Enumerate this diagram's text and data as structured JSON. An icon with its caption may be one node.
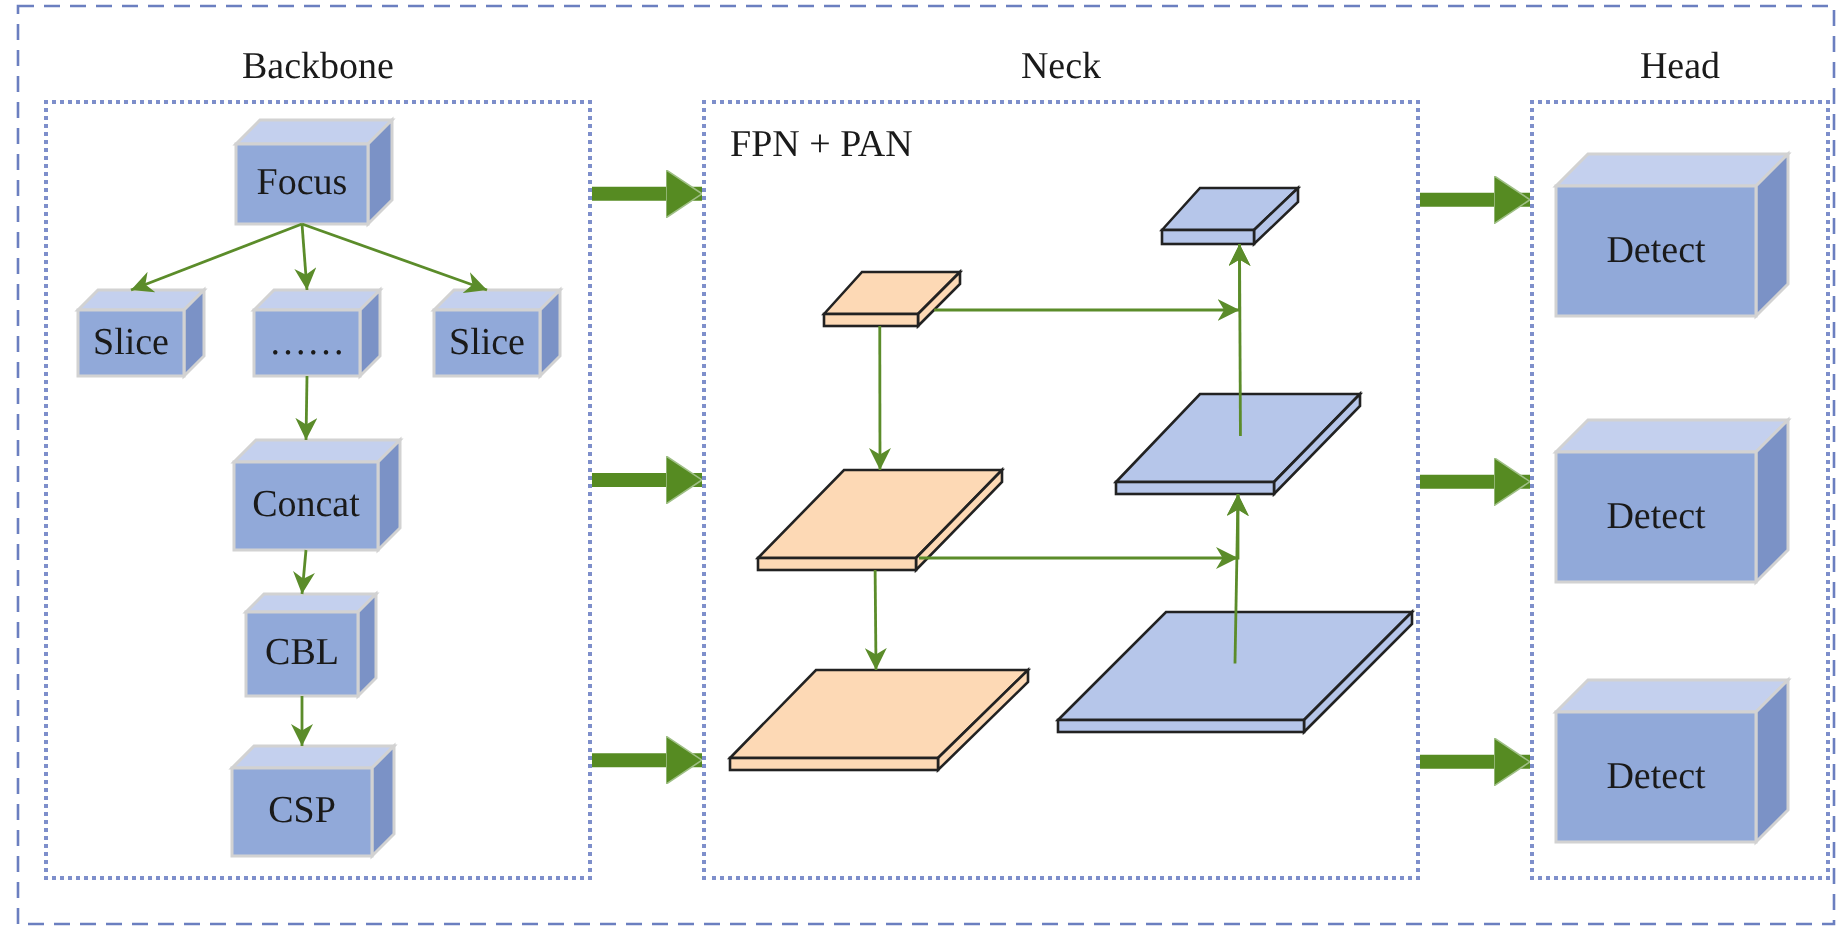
{
  "diagram": {
    "nodes": [
      {
        "text": [
          "Backbone"
        ]
      },
      {
        "text": [
          "Focus"
        ],
        "in": 0
      },
      {
        "text": [
          "Slice"
        ],
        "in": 0
      },
      {
        "text": [
          "……"
        ],
        "in": 0
      },
      {
        "text": [
          "Slice"
        ],
        "in": 0
      },
      {
        "text": [
          "Concat"
        ],
        "in": 0
      },
      {
        "text": [
          "CBL"
        ],
        "in": 0
      },
      {
        "text": [
          "CSP"
        ],
        "in": 0
      },
      {
        "text": [
          "Neck",
          "FPN + PAN"
        ]
      },
      {
        "text": [],
        "shape": "box",
        "in": 8
      },
      {
        "text": [],
        "shape": "box",
        "in": 8
      },
      {
        "text": [],
        "shape": "box",
        "in": 8
      },
      {
        "text": [],
        "shape": "box",
        "in": 8
      },
      {
        "text": [],
        "shape": "box",
        "in": 8
      },
      {
        "text": [],
        "shape": "box",
        "in": 8
      },
      {
        "text": [
          "Head"
        ]
      },
      {
        "text": [
          "Detect"
        ],
        "in": 15
      },
      {
        "text": [
          "Detect"
        ],
        "in": 15
      },
      {
        "text": [
          "Detect"
        ],
        "in": 15
      }
    ],
    "edges": [
      {
        "from": 1,
        "to": 2,
        "arrow": "to"
      },
      {
        "from": 1,
        "to": 3,
        "arrow": "to"
      },
      {
        "from": 1,
        "to": 4,
        "arrow": "to"
      },
      {
        "from": 3,
        "to": 5,
        "arrow": "to"
      },
      {
        "from": 5,
        "to": 6,
        "arrow": "to"
      },
      {
        "from": 6,
        "to": 7,
        "arrow": "to"
      },
      {
        "from": 9,
        "to": 10,
        "arrow": "to"
      },
      {
        "from": 10,
        "to": 11,
        "arrow": "to"
      },
      {
        "from": 9,
        "to": 12,
        "arrow": "to"
      },
      {
        "from": 10,
        "to": 13,
        "arrow": "to"
      },
      {
        "from": 13,
        "to": 12,
        "arrow": "to"
      },
      {
        "from": 14,
        "to": 13,
        "arrow": "to"
      },
      {
        "from": 0,
        "to": 8,
        "arrow": "to",
        "style": "thick"
      },
      {
        "from": 0,
        "to": 8,
        "arrow": "to",
        "style": "thick"
      },
      {
        "from": 0,
        "to": 8,
        "arrow": "to",
        "style": "thick"
      },
      {
        "from": 8,
        "to": 15,
        "arrow": "to",
        "style": "thick"
      },
      {
        "from": 8,
        "to": 15,
        "arrow": "to",
        "style": "thick"
      },
      {
        "from": 8,
        "to": 15,
        "arrow": "to",
        "style": "thick"
      }
    ]
  }
}
